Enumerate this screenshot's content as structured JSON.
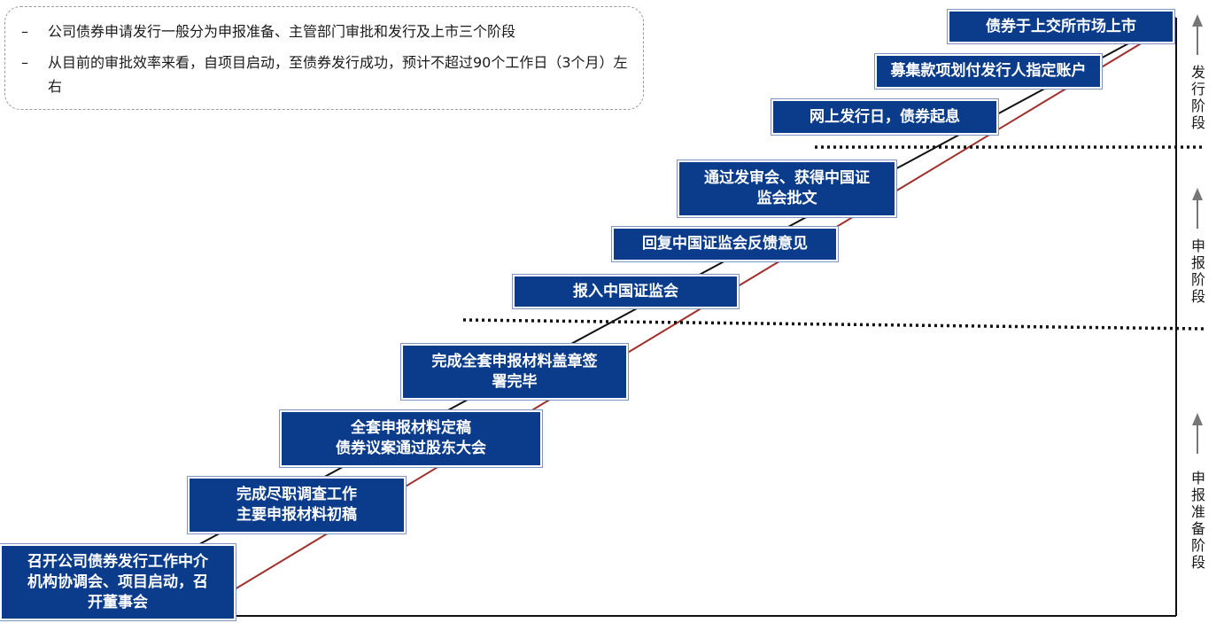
{
  "notes": [
    "公司债券申请发行一般分为申报准备、主管部门审批和发行及上市三个阶段",
    "从目前的审批效率来看，自项目启动，至债券发行成功，预计不超过90个工作日（3个月）左右"
  ],
  "note_bullet": "–",
  "steps": [
    "召开公司债券发行工作中介\n机构协调会、项目启动，召\n开董事会",
    "完成尽职调查工作\n主要申报材料初稿",
    "全套申报材料定稿\n债券议案通过股东大会",
    "完成全套申报材料盖章签\n署完毕",
    "报入中国证监会",
    "回复中国证监会反馈意见",
    "通过发审会、获得中国证\n监会批文",
    "网上发行日，债券起息",
    "募集款项划付发行人指定账户",
    "债券于上交所市场上市"
  ],
  "stages": [
    "发行阶段",
    "申报阶段",
    "申报准备阶段"
  ],
  "colors": {
    "box": "#0b3c8c",
    "line_black": "#111111",
    "line_red": "#a0302c"
  }
}
